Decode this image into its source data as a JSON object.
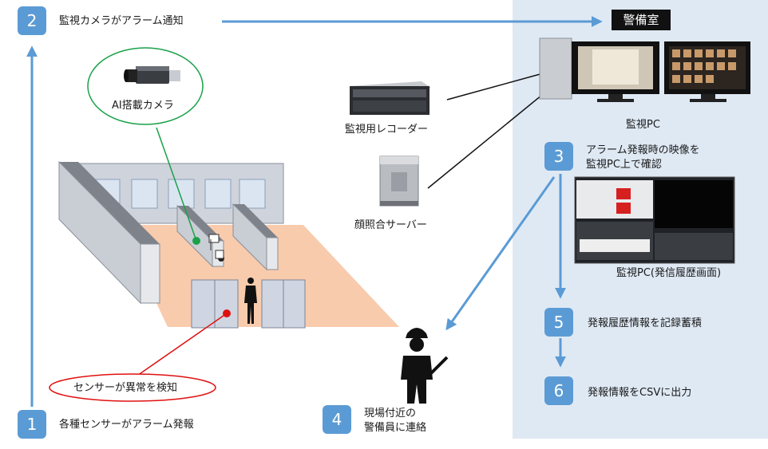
{
  "colors": {
    "badge": "#5b9bd5",
    "panel": "#dfe9f4",
    "arrow": "#5b9bd5",
    "sensor_line": "#e01010",
    "camera_line": "#1aa14a"
  },
  "security_room": "警備室",
  "steps": [
    {
      "num": "1",
      "text": "各種センサーがアラーム発報"
    },
    {
      "num": "2",
      "text": "監視カメラがアラーム通知"
    },
    {
      "num": "3",
      "text_line1": "アラーム発報時の映像を",
      "text_line2": "監視PC上で確認"
    },
    {
      "num": "4",
      "text_line1": "現場付近の",
      "text_line2": "警備員に連絡"
    },
    {
      "num": "5",
      "text": "発報履歴情報を記録蓄積"
    },
    {
      "num": "6",
      "text": "発報情報をCSVに出力"
    }
  ],
  "devices": {
    "camera": "AI搭載カメラ",
    "sensor": "センサーが異常を検知",
    "recorder": "監視用レコーダー",
    "face_server": "顔照合サーバー",
    "monitor_pc": "監視PC",
    "monitor_pc_history": "監視PC(発信履歴画面)"
  },
  "icons": [
    "camera-icon",
    "recorder-icon",
    "server-icon",
    "monitor-icon",
    "guard-icon",
    "person-icon"
  ]
}
